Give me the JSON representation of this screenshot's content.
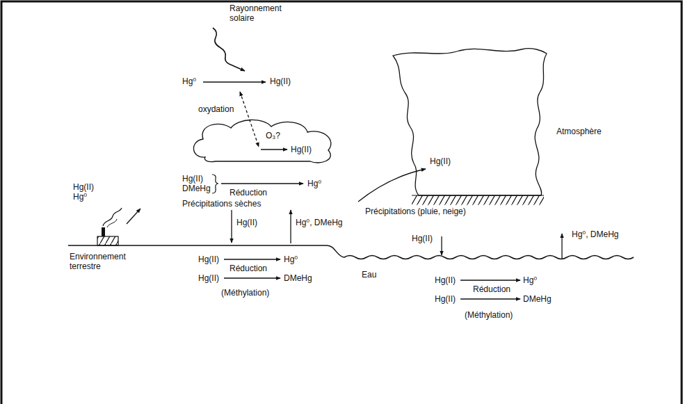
{
  "diagram": {
    "nodes": [
      {
        "text": [
          "O₃?",
          "Hg(II)"
        ]
      },
      {
        "text": [
          "Hg(II)"
        ]
      }
    ],
    "labels": [
      "Rayonnement solaire",
      "Hg⁰",
      "Hg(II)",
      "oxydation",
      "Atmosphère",
      "Hg(II)",
      "Hg⁰",
      "Hg(II)",
      "DMeHg",
      "Hg⁰",
      "Réduction",
      "Précipitations sèches",
      "Précipitations (pluie, neige)",
      "Hg(II)",
      "Hg⁰, DMeHg",
      "Hg(II)",
      "Hg⁰, DMeHg",
      "Environnement terrestre",
      "Hg(II)",
      "Hg⁰",
      "Réduction",
      "Hg(II)",
      "DMeHg",
      "(Méthylation)",
      "Eau",
      "Hg(II)",
      "Hg⁰",
      "Réduction",
      "Hg(II)",
      "DMeHg",
      "(Méthylation)"
    ]
  }
}
